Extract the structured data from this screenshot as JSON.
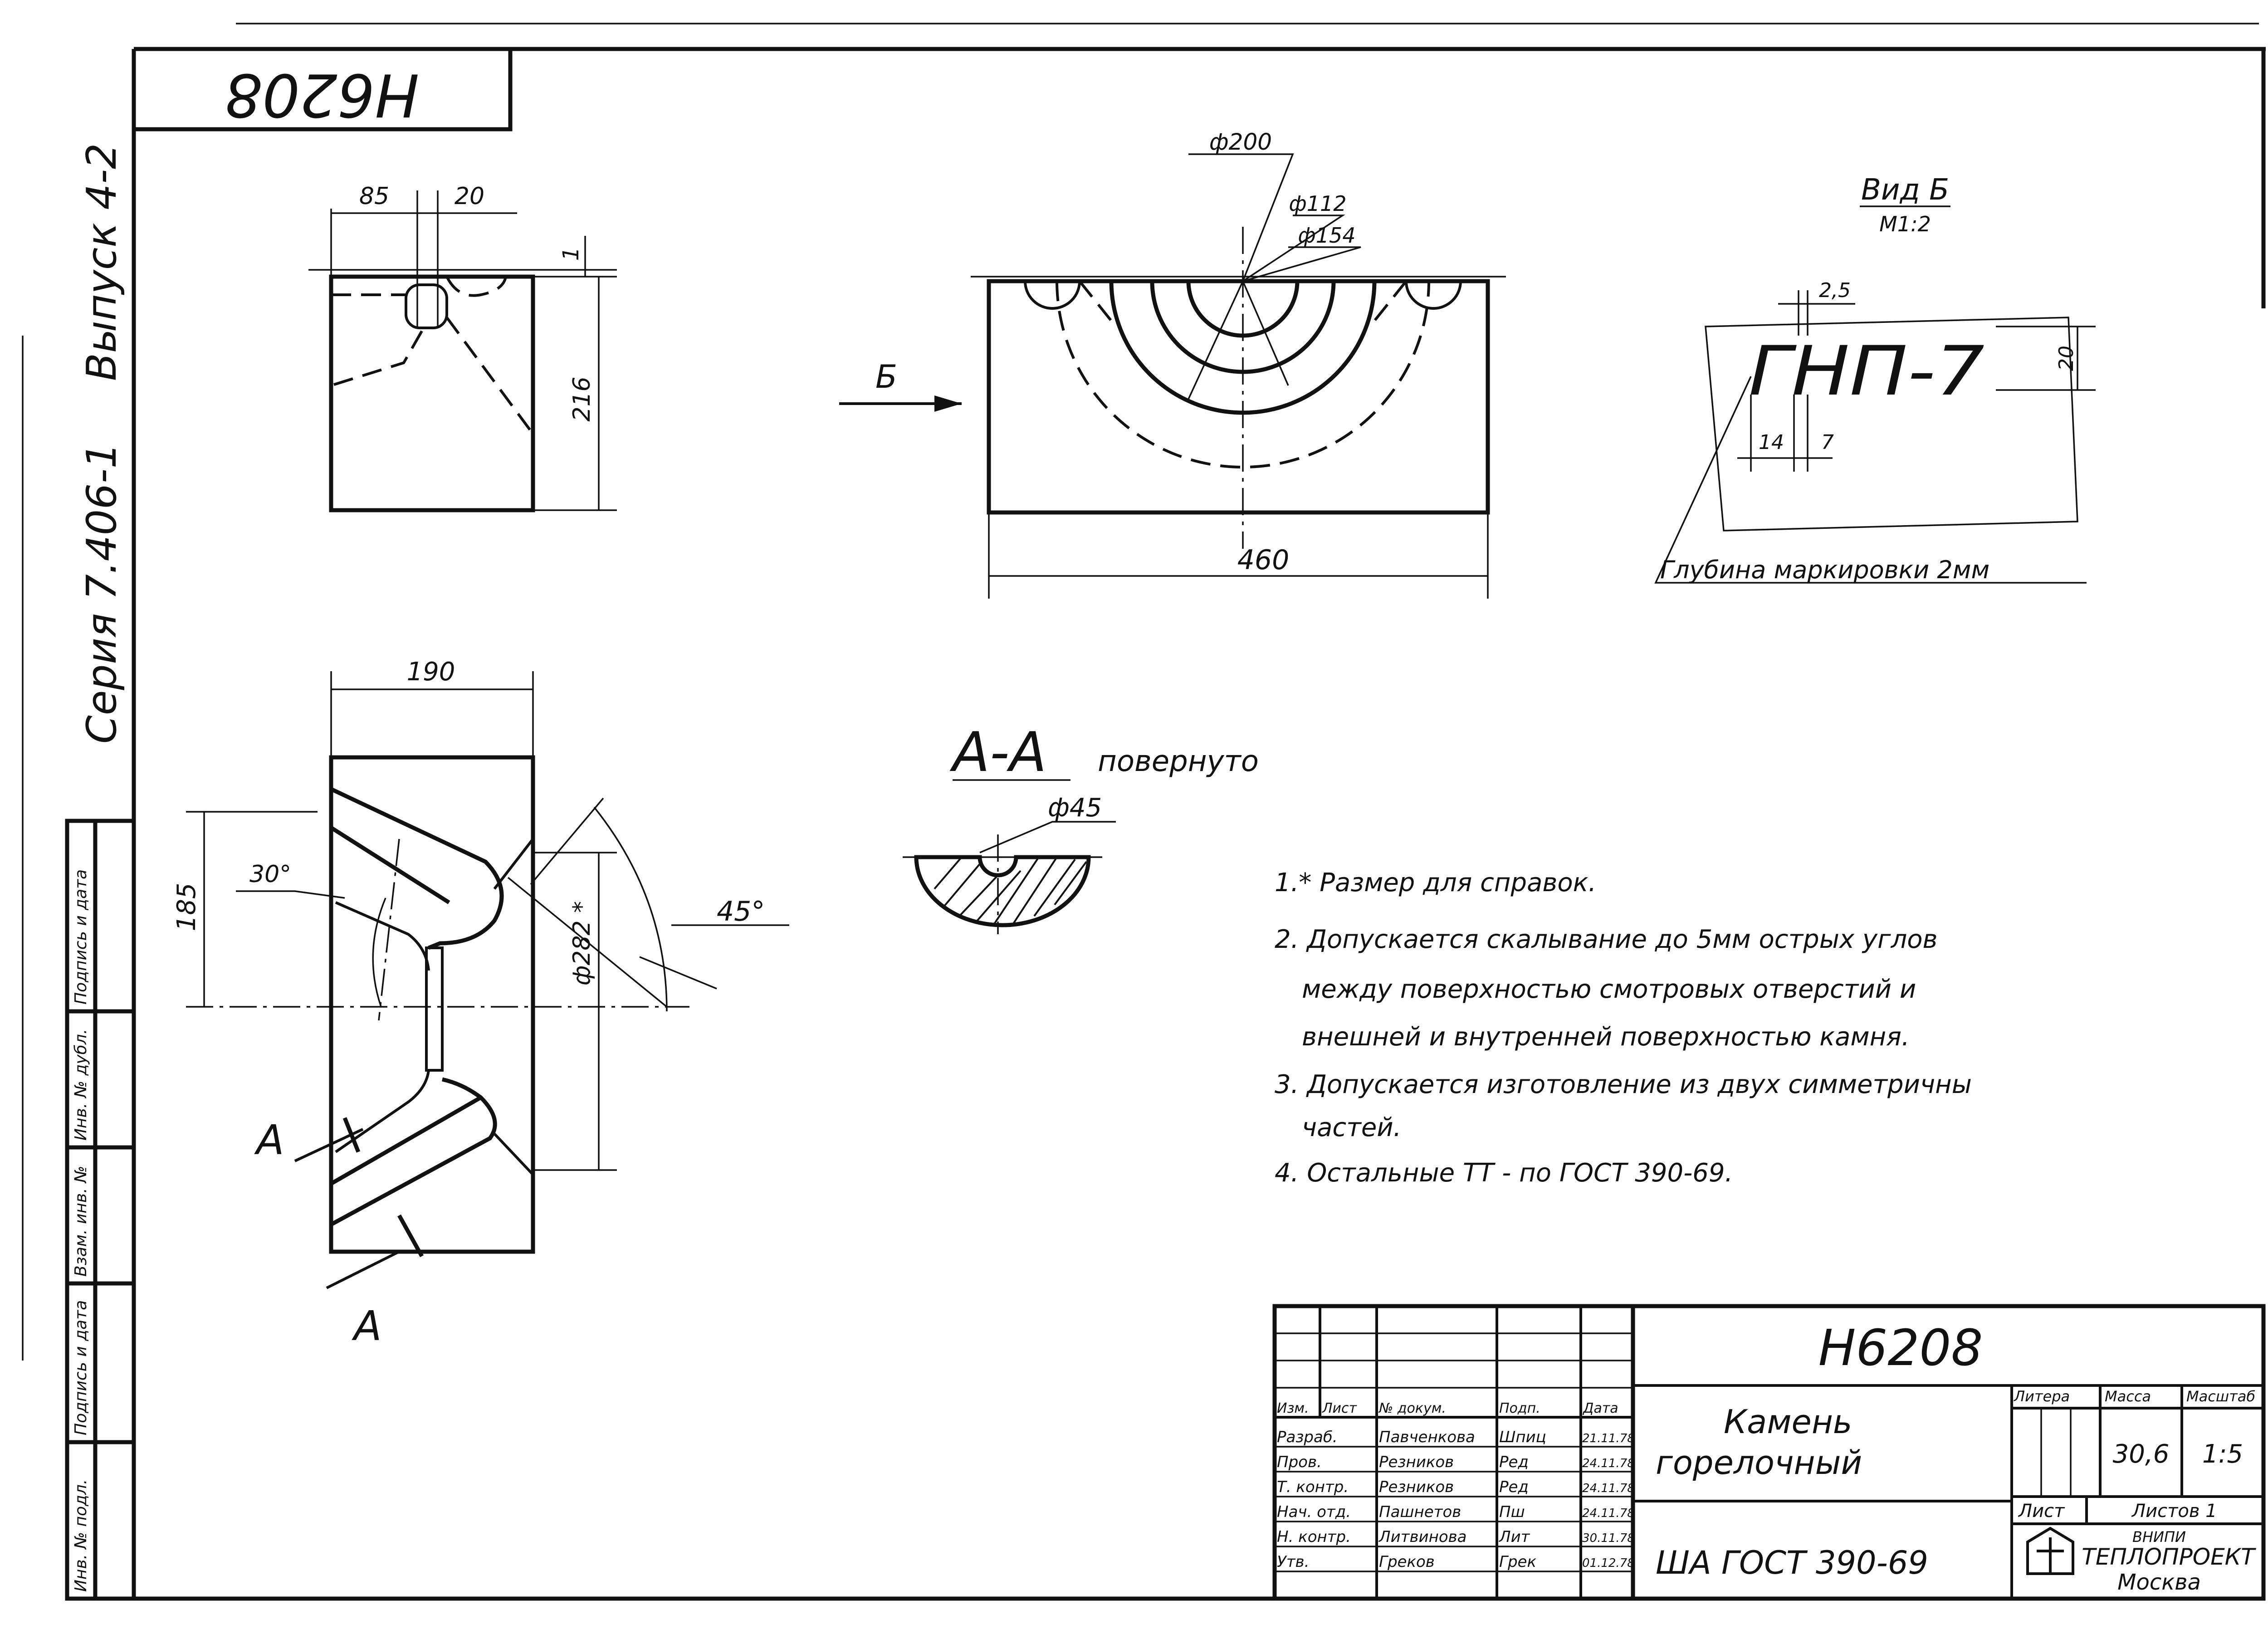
{
  "drawing_number": "Н6208",
  "side_text": {
    "series": "Серия 7.406-1",
    "issue": "Выпуск 4-2"
  },
  "left_stamp_cells": [
    "Инв. № подл.",
    "Подпись и дата",
    "Взам. инв. №",
    "Инв. № дубл.",
    "Подпись и дата"
  ],
  "dimensions": {
    "top_view": {
      "width_a": "85",
      "width_b": "20",
      "offset": "1",
      "height": "216"
    },
    "front_view": {
      "d200": "ф200",
      "d112": "ф112",
      "d154": "ф154",
      "length": "460",
      "view_arrow": "Б"
    },
    "plan_view": {
      "width": "190",
      "height": "185",
      "diameter": "ф282 *",
      "angle_a": "30°",
      "angle_b": "45°",
      "section_mark": "А"
    },
    "section": {
      "title": "А-А",
      "subtitle": "повернуто",
      "diameter": "ф45"
    }
  },
  "marking_view": {
    "title": "Вид Б",
    "scale": "М1:2",
    "text": "ГНП-7",
    "dim_gap": "2,5",
    "dim_height": "20",
    "dim_width": "14",
    "dim_stroke": "7",
    "note": "Глубина маркировки 2мм"
  },
  "notes": [
    "1.* Размер для справок.",
    "2. Допускается скалывание до 5мм острых углов",
    "между поверхностью смотровых отверстий и",
    "внешней и внутренней поверхностью камня.",
    "3. Допускается изготовление из двух симметричны",
    "частей.",
    "4. Остальные ТТ - по ГОСТ 390-69."
  ],
  "title_block": {
    "number": "Н6208",
    "name_line1": "Камень",
    "name_line2": "горелочный",
    "standard": "ША ГОСТ 390-69",
    "headers": {
      "literal": "Литера",
      "mass": "Масса",
      "scale": "Масштаб"
    },
    "mass": "30,6",
    "scale": "1:5",
    "sheet": "Лист",
    "sheets": "Листов 1",
    "org_top": "ВНИПИ",
    "org": "ТЕПЛОПРОЕКТ",
    "city": "Москва",
    "col_headers": [
      "Изм.",
      "Лист",
      "№ докум.",
      "Подп.",
      "Дата"
    ],
    "rows": [
      {
        "role": "Разраб.",
        "name": "Павченкова",
        "sign": "Шпиц",
        "date": "21.11.78"
      },
      {
        "role": "Пров.",
        "name": "Резников",
        "sign": "Ред",
        "date": "24.11.78"
      },
      {
        "role": "Т. контр.",
        "name": "Резников",
        "sign": "Ред",
        "date": "24.11.78"
      },
      {
        "role": "Нач. отд.",
        "name": "Пашнетов",
        "sign": "Пш",
        "date": "24.11.78"
      },
      {
        "role": "Н. контр.",
        "name": "Литвинова",
        "sign": "Лит",
        "date": "30.11.78"
      },
      {
        "role": "Утв.",
        "name": "Греков",
        "sign": "Грек",
        "date": "01.12.78"
      }
    ]
  }
}
